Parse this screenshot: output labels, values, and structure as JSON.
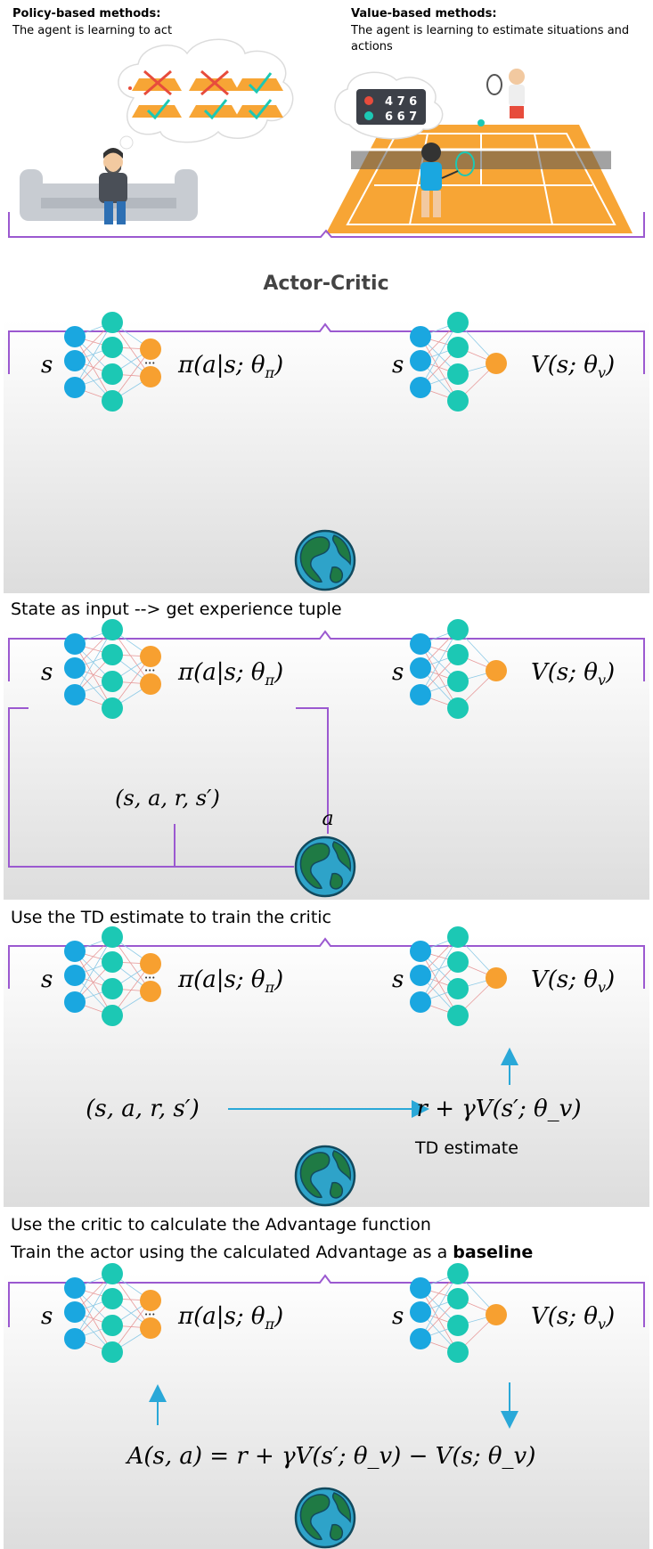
{
  "top": {
    "policy_title": "Policy-based methods:",
    "policy_desc": "The agent is learning to act",
    "value_title": "Value-based methods:",
    "value_desc_line1": "The agent is learning to estimate situations and",
    "value_desc_line2": "actions",
    "scoreboard_row1": "4 7 6",
    "scoreboard_row2": "6 6 7"
  },
  "actor_critic_title": "Actor-Critic",
  "labels": {
    "state": "s",
    "policy": "π(a|s; θ_π)",
    "value": "V(s; θ_v)",
    "action": "a",
    "tuple": "(s, a, r, s′)",
    "td_target": "r + γV(s′; θ_v)",
    "advantage": "A(s, a) = r + γV(s′; θ_v) − V(s; θ_v)"
  },
  "captions": {
    "step1": "State as input --> get experience tuple",
    "step2": "Use the TD estimate to train the critic",
    "step3_line1": "Use the critic to calculate the Advantage function",
    "step3_line2_prefix": "Train the actor using the calculated Advantage as a ",
    "step3_line2_bold": "baseline",
    "td_estimate": "TD estimate"
  },
  "colors": {
    "purple": "#9b59d0",
    "input_node": "#1aa7e0",
    "hidden_node": "#1cc8b4",
    "output_node": "#f7a030",
    "court": "#f7a535",
    "arrow": "#2aa8d8",
    "earth_ocean": "#2ea3c9",
    "earth_land": "#1f7a44"
  }
}
